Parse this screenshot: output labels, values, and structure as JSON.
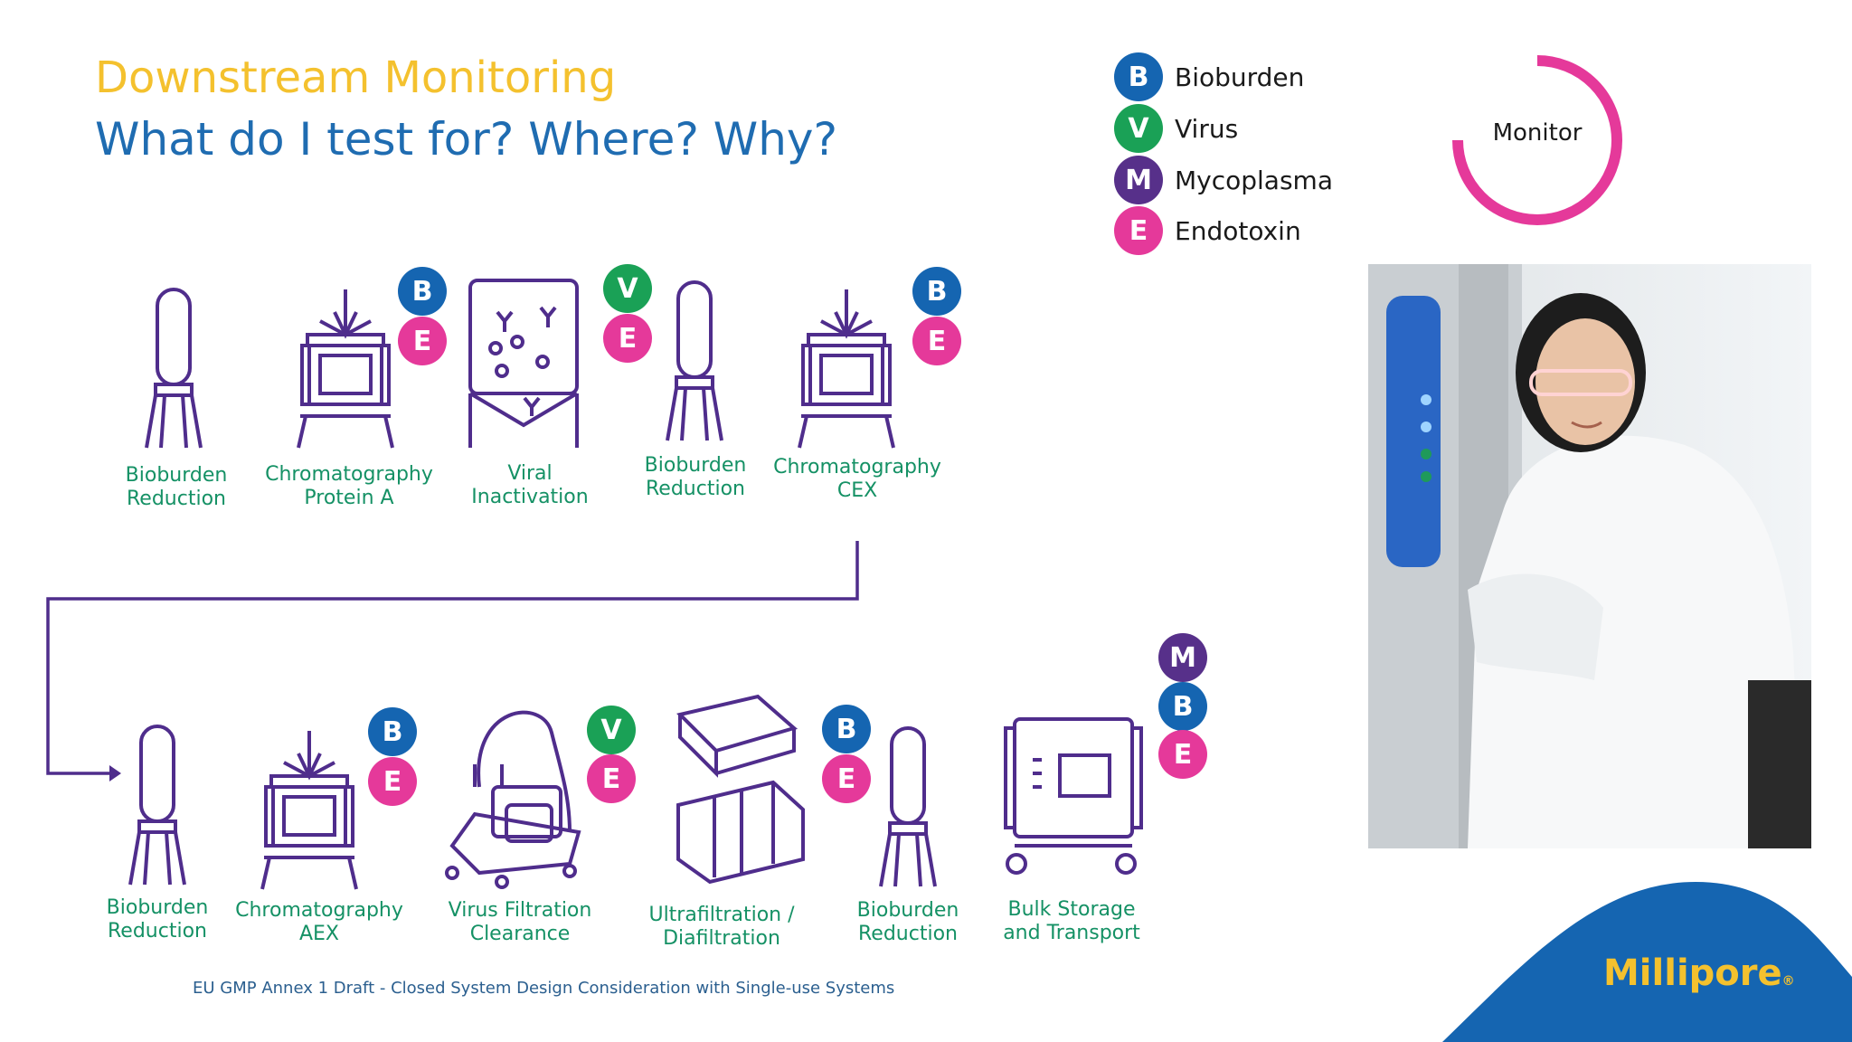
{
  "title": "Downstream Monitoring",
  "subtitle": "What do I test for? Where? Why?",
  "legend": [
    {
      "letter": "B",
      "label": "Bioburden"
    },
    {
      "letter": "V",
      "label": "Virus"
    },
    {
      "letter": "M",
      "label": "Mycoplasma"
    },
    {
      "letter": "E",
      "label": "Endotoxin"
    }
  ],
  "monitor_label": "Monitor",
  "steps_row1": [
    {
      "line1": "Bioburden",
      "line2": "Reduction"
    },
    {
      "line1": "Chromatography",
      "line2": "Protein A"
    },
    {
      "line1": "Viral",
      "line2": "Inactivation"
    },
    {
      "line1": "Bioburden",
      "line2": "Reduction"
    },
    {
      "line1": "Chromatography",
      "line2": "CEX"
    }
  ],
  "steps_row2": [
    {
      "line1": "Bioburden",
      "line2": "Reduction"
    },
    {
      "line1": "Chromatography",
      "line2": "AEX"
    },
    {
      "line1": "Virus Filtration",
      "line2": "Clearance"
    },
    {
      "line1": "Ultrafiltration /",
      "line2": "Diafiltration"
    },
    {
      "line1": "Bioburden",
      "line2": "Reduction"
    },
    {
      "line1": "Bulk Storage",
      "line2": "and Transport"
    }
  ],
  "badges": {
    "B": "B",
    "V": "V",
    "M": "M",
    "E": "E"
  },
  "footnote": "EU GMP Annex 1 Draft - Closed System Design Consideration with Single-use Systems",
  "brand": "Millipore",
  "brand_mark": "®",
  "colors": {
    "title": "#f4c12e",
    "subtitle": "#1f6cb1",
    "icon": "#4f2d8c",
    "label": "#159165",
    "bioburden": "#1565b1",
    "virus": "#1aa156",
    "mycoplasma": "#57308a",
    "endotoxin": "#e5399a",
    "monitor_ring": "#e5399a",
    "brand_bg": "#1565b1",
    "brand_text": "#f4c12e"
  }
}
